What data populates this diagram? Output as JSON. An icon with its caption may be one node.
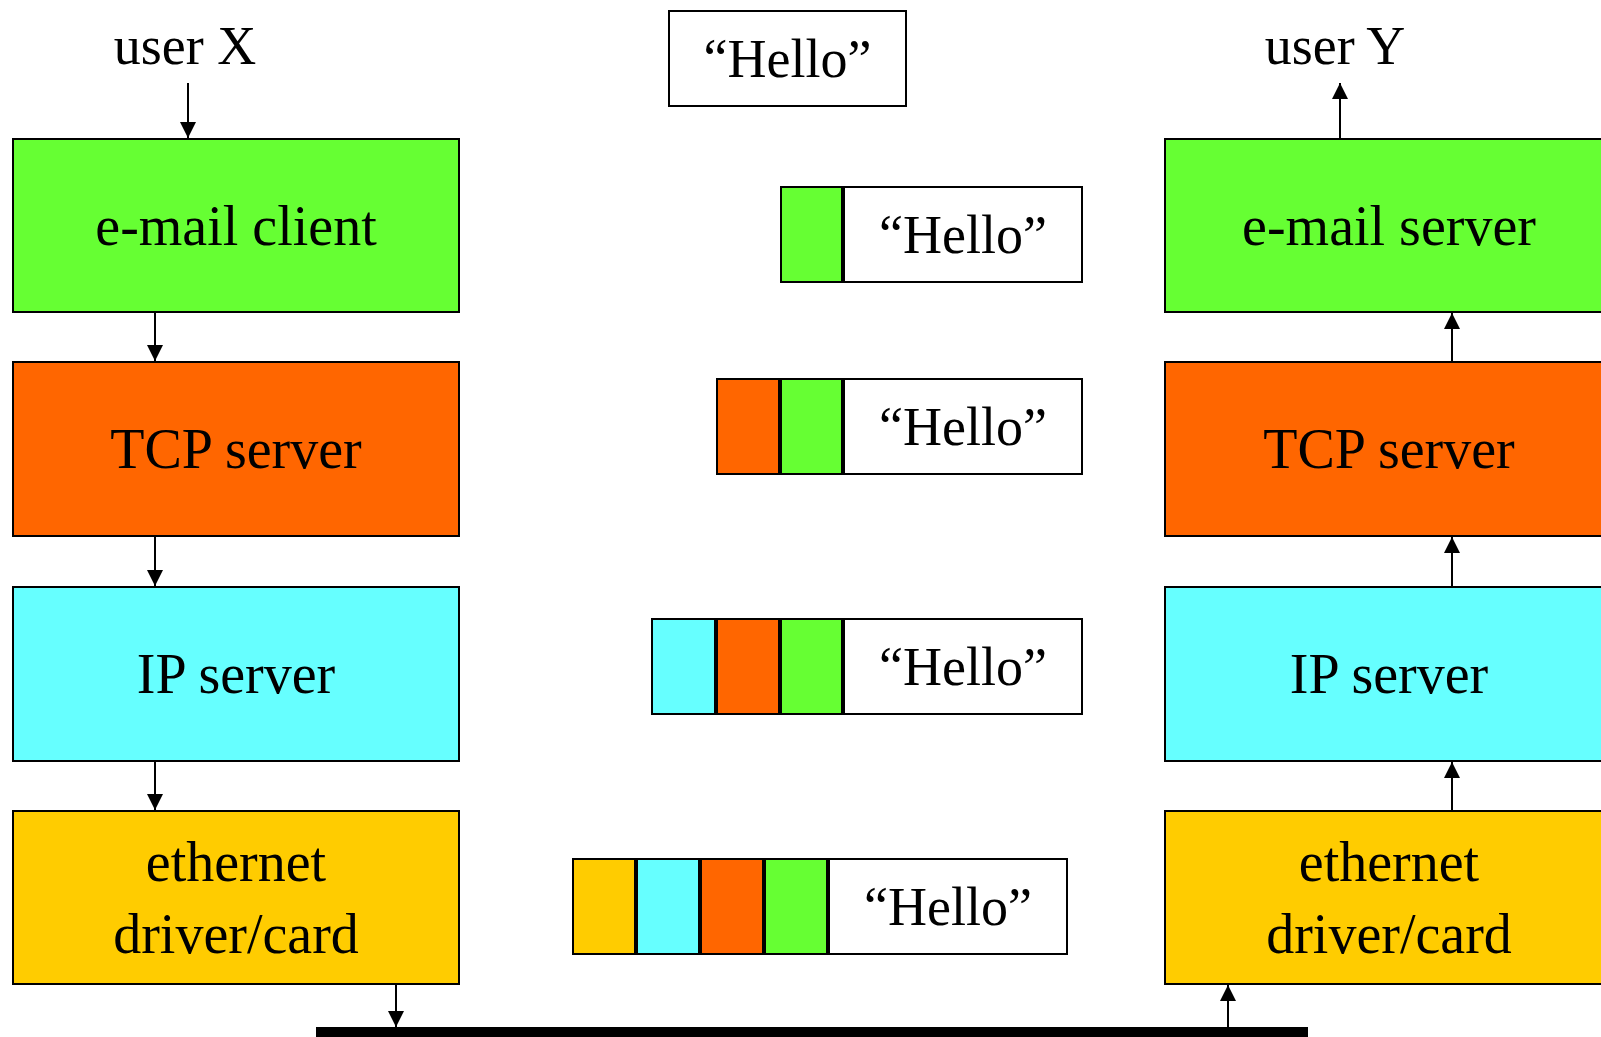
{
  "diagram": {
    "nodes": [
      {
        "text": [
          "user X"
        ]
      },
      {
        "text": [
          "e-mail client"
        ]
      },
      {
        "text": [
          "TCP server"
        ]
      },
      {
        "text": [
          "IP server"
        ]
      },
      {
        "text": [
          "ethernet driver/card"
        ]
      },
      {
        "text": [
          "“Hello”"
        ]
      },
      {
        "text": [],
        "shape": "box"
      },
      {
        "text": [
          "“Hello”"
        ]
      },
      {
        "text": [],
        "shape": "box"
      },
      {
        "text": [],
        "shape": "box"
      },
      {
        "text": [
          "“Hello”"
        ]
      },
      {
        "text": [],
        "shape": "box"
      },
      {
        "text": [],
        "shape": "box"
      },
      {
        "text": [],
        "shape": "box"
      },
      {
        "text": [
          "“Hello”"
        ]
      },
      {
        "text": [],
        "shape": "box"
      },
      {
        "text": [],
        "shape": "box"
      },
      {
        "text": [],
        "shape": "box"
      },
      {
        "text": [],
        "shape": "box"
      },
      {
        "text": [
          "“Hello”"
        ]
      },
      {
        "text": [
          "user Y"
        ]
      },
      {
        "text": [
          "e-mail server"
        ]
      },
      {
        "text": [
          "TCP server"
        ]
      },
      {
        "text": [
          "IP server"
        ]
      },
      {
        "text": [
          "ethernet driver/card"
        ]
      },
      {
        "text": [],
        "shape": "bar"
      }
    ],
    "edges": [
      {
        "from": 0,
        "to": 1,
        "arrow": "to"
      },
      {
        "from": 1,
        "to": 2,
        "arrow": "to"
      },
      {
        "from": 2,
        "to": 3,
        "arrow": "to"
      },
      {
        "from": 3,
        "to": 4,
        "arrow": "to"
      },
      {
        "from": 4,
        "to": 25,
        "arrow": "to"
      },
      {
        "from": 25,
        "to": 24,
        "arrow": "to"
      },
      {
        "from": 24,
        "to": 23,
        "arrow": "to"
      },
      {
        "from": 23,
        "to": 22,
        "arrow": "to"
      },
      {
        "from": 22,
        "to": 21,
        "arrow": "to"
      },
      {
        "from": 21,
        "to": 20,
        "arrow": "to"
      }
    ]
  }
}
